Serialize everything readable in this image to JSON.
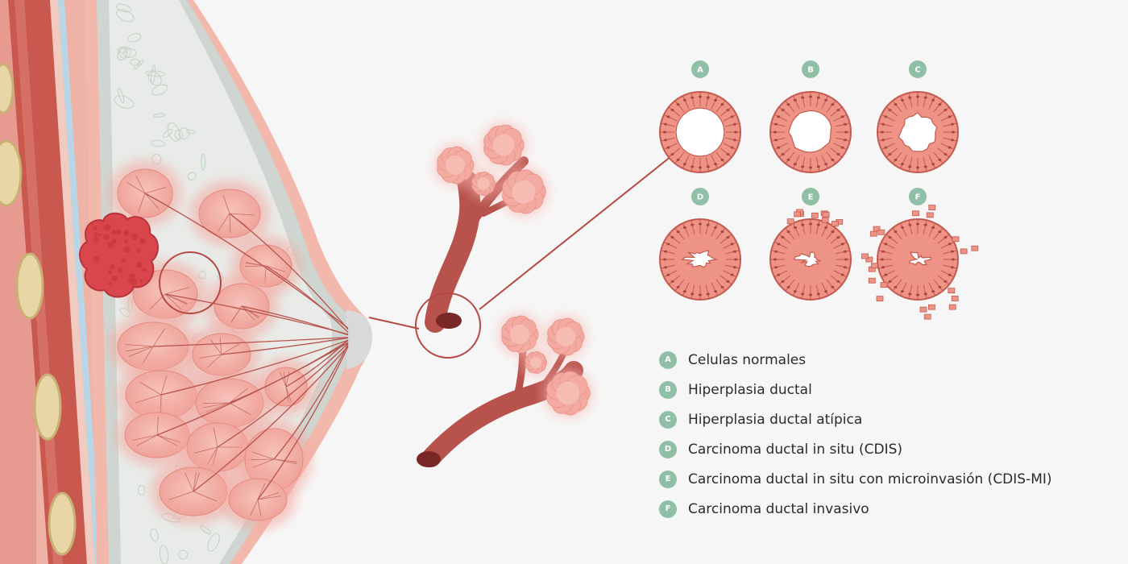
{
  "colors": {
    "background": "#f7f6f6",
    "skin": "#f2b3a5",
    "tissue": "#e9ece9",
    "lobule": "#f1a9a0",
    "duct": "#b8524c",
    "cell_fill": "#ee9486",
    "cell_edge": "#c45a4f",
    "tumor": "#d9474c",
    "badge": "#8fbfa6",
    "muscle": "#c9584f",
    "rib": "#e8d6a6"
  },
  "stages": [
    {
      "letter": "A",
      "label": "Celulas normales",
      "stage": 0
    },
    {
      "letter": "B",
      "label": "Hiperplasia ductal",
      "stage": 1
    },
    {
      "letter": "C",
      "label": "Hiperplasia ductal atípica",
      "stage": 2
    },
    {
      "letter": "D",
      "label": "Carcinoma ductal in situ (CDIS)",
      "stage": 3
    },
    {
      "letter": "E",
      "label": "Carcinoma ductal in situ con microinvasión (CDIS-MI)",
      "stage": 4
    },
    {
      "letter": "F",
      "label": "Carcinoma ductal invasivo",
      "stage": 5
    }
  ]
}
